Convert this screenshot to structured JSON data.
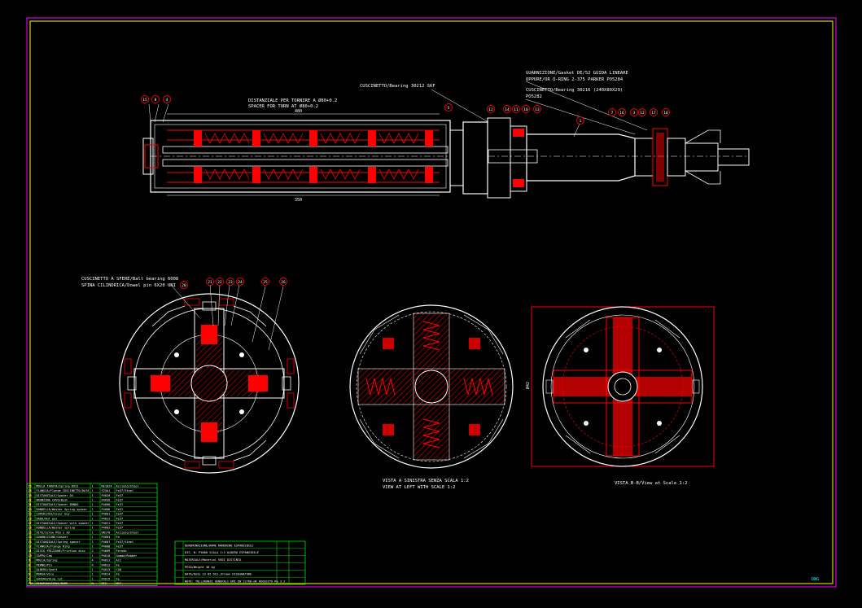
{
  "drawing": {
    "colors": {
      "background": "#000000",
      "outer_frame": "#ff00ff",
      "inner_frame": "#ffff00",
      "part": "#ffffff",
      "hatch": "#ff0000",
      "table": "#00ff00",
      "note": "#ffffff"
    },
    "notes": {
      "dist_note_line1": "DISTANZIALE PER TORNIRE A Ø80+0.2",
      "dist_note_line2": "SPACER FOR TURN AT Ø80+0.2",
      "bearing_note": "CUSCINETTO/Bearing 30212 SKF",
      "oring_note_1a": "GUARNIZIONE/Gasket DE/52 GUIDA LINEARE",
      "oring_note_1b": "OPPURE/OR O-RING 2-375 PARKER PO5284",
      "oring_note_2a": "CUSCINETTO/Bearing 30216 (240X80X29)",
      "oring_note_2b": "PO5282",
      "section_note_a": "CUSCINETTO A SFERE/Ball bearing 6008",
      "section_note_b": "SPINA CILINDRICA/Dowel pin 6X20 UNI",
      "view_a_line1": "VISTA A SINISTRA SENZA SCALA 1:2",
      "view_a_line2": "VIEW AT LEFT WITH SCALE 1:2",
      "view_b": "VISTA B-B/View at Scale 1:2",
      "dim_left": "Ø42",
      "dim_top": "480",
      "dim_bottom": "350"
    },
    "balloons": {
      "top_left": [
        "15",
        "8",
        "4"
      ],
      "top_mid": [
        "5",
        "12",
        "14",
        "11",
        "10",
        "13"
      ],
      "top_right": [
        "7",
        "16",
        "3",
        "12",
        "17",
        "18"
      ],
      "center": [
        "1"
      ],
      "section": [
        "21",
        "22",
        "23",
        "24",
        "25",
        "26",
        "20"
      ]
    },
    "parts_list": {
      "rows": [
        [
          "25",
          "MOLLA TARATA/Spring 6X21",
          "1",
          "RE1024",
          "Acciaio/Steel"
        ],
        [
          "24",
          "FLANGIA/Flange CUSCINETTO/DATA",
          "1",
          "F25A1",
          "Fe37/Steel"
        ],
        [
          "23",
          "DISTANZIALE/Spacer DX",
          "1",
          "P4620",
          "Fe37"
        ],
        [
          "22",
          "BRONZINA CAVO/Bush",
          "1",
          "P4630",
          "Fe37"
        ],
        [
          "21",
          "DISTANZIALE/Spacer BONDO",
          "1",
          "P4600",
          "Fe37"
        ],
        [
          "20",
          "RONDELLA/Washer Spring spacer",
          "1",
          "P4606",
          "Fe37"
        ],
        [
          "19",
          "COPERCHIO/Cover key",
          "1",
          "P4601",
          "Fe37"
        ],
        [
          "18",
          "DADO/Nut pos",
          "1",
          "P4622",
          "Fe37"
        ],
        [
          "17",
          "DISTANZIALE/Spacer with spacer",
          "1",
          "P4621",
          "Fe37"
        ],
        [
          "16",
          "RONDELLA/Washer spring",
          "1",
          "P4602",
          "Fe37"
        ],
        [
          "15",
          "VITE/Screw M10 x 30",
          "1",
          "UN170",
          "Acciaio/Steel"
        ],
        [
          "14",
          "GUARNIZIONE/Gasket",
          "1",
          "P4603",
          "Fe"
        ],
        [
          "13",
          "DISTANZIALE/Spring spacer",
          "1",
          "P4607",
          "Fe37/Steel"
        ],
        [
          "12",
          "FLANGIA/Flange Ring",
          "1",
          "P4608",
          "Fe37"
        ],
        [
          "11",
          "DISCO FRIZIONE/Friction disc",
          "2",
          "P4609",
          "Ferodo"
        ],
        [
          "10",
          "TAPPO/Cap",
          "1",
          "P4610",
          "Gomma/Rubber"
        ],
        [
          "9",
          "MOLLA/Spring",
          "4",
          "P4611",
          "Acc"
        ],
        [
          "8",
          "PERNO/Pin",
          "4",
          "P4612",
          "Fe"
        ],
        [
          "7",
          "ALBERO/Shaft",
          "1",
          "P4613",
          "C40"
        ],
        [
          "6",
          "MORSA/Vice",
          "1",
          "P4614",
          "Fe"
        ],
        [
          "5",
          "GHIERA/Ring nut",
          "1",
          "P4615",
          "Fe"
        ]
      ],
      "footer": [
        "POS.",
        "DENOMINAZIONE/NAME",
        "N.",
        "DIS.",
        "MAT."
      ]
    },
    "title_block": {
      "rows": [
        "DENOMINAZIONE/NAME MANDRINO ESPANSIBILE",
        "DIS. N. P4600 SCALA 1:2 ALBERO ESPANSIBILE",
        "MATERIALE/Material VEDI DISTINTA",
        "PESO/Weight 48 kg",
        "DATA/Date 12-05 DIS./Drawn DISEGNATORE",
        "NOTE: TOLLERANZE GENERALI UNI EN 22768-mK RUGOSITA Ra 3.2"
      ]
    },
    "stamp": "DWG"
  }
}
